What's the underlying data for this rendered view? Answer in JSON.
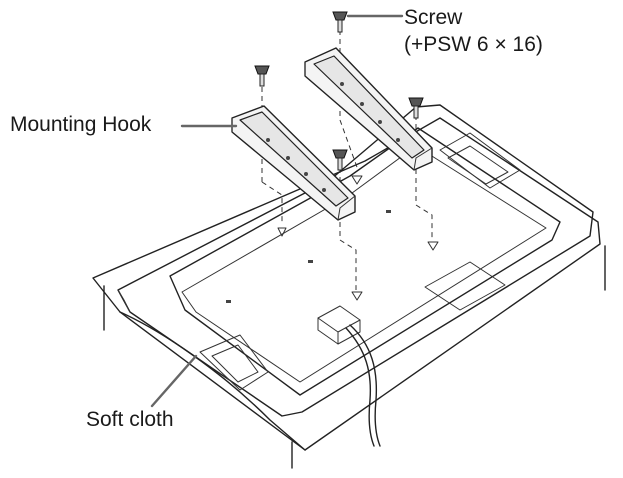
{
  "labels": {
    "screw": "Screw",
    "screw_spec": "(+PSW 6 × 16)",
    "mounting_hook": "Mounting Hook",
    "soft_cloth": "Soft cloth"
  },
  "colors": {
    "line": "#222222",
    "leader": "#666666",
    "background": "#ffffff"
  },
  "icons": [
    "screw-icon",
    "mounting-hook-icon",
    "tv-back-panel",
    "table-with-cloth"
  ]
}
